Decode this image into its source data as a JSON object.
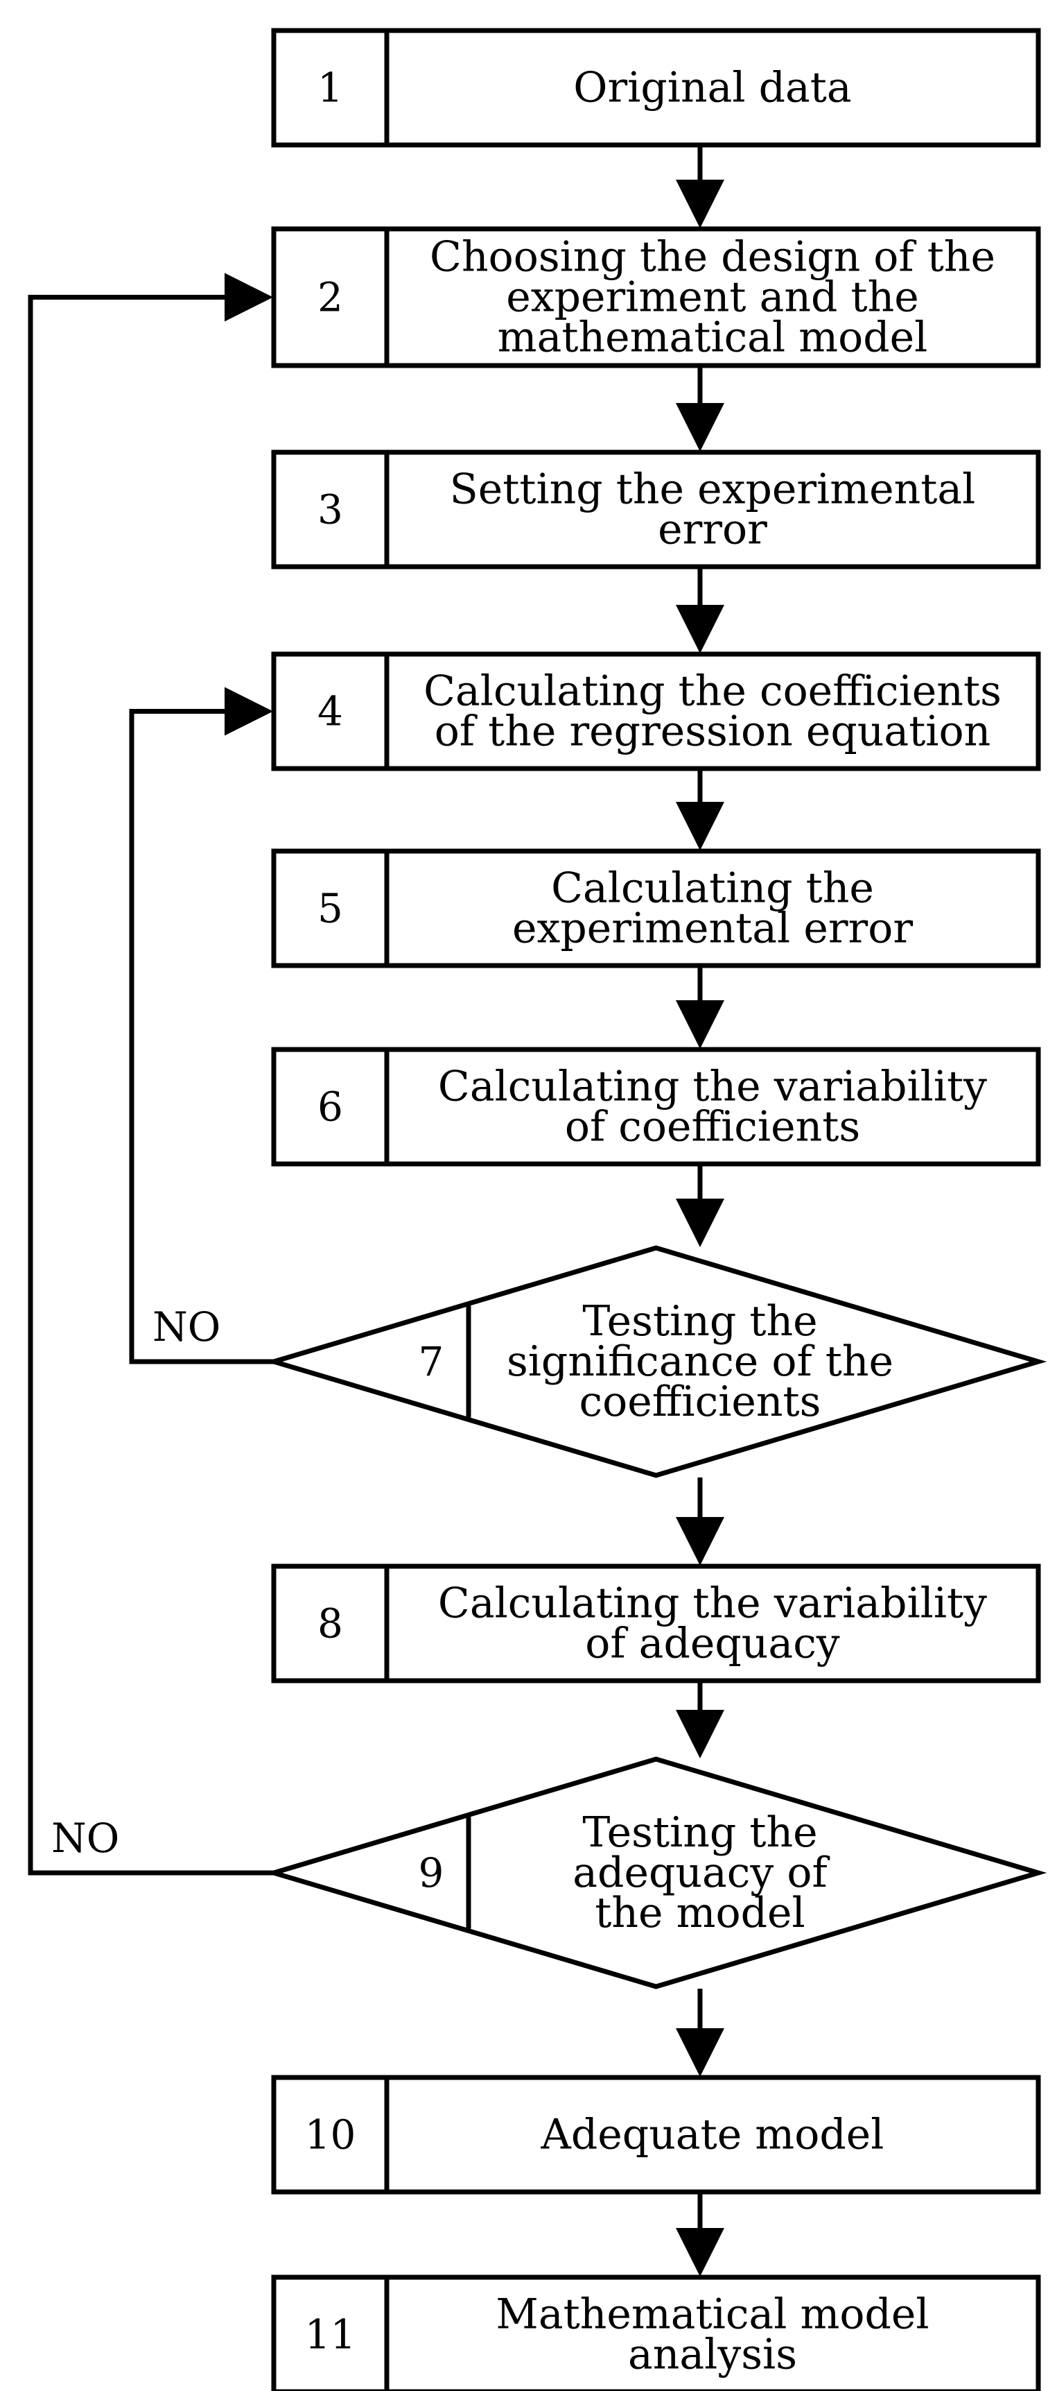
{
  "diagram": {
    "steps": [
      {
        "number": "1",
        "lines": [
          "Original data"
        ]
      },
      {
        "number": "2",
        "lines": [
          "Choosing the design of the",
          "experiment and the",
          "mathematical model"
        ]
      },
      {
        "number": "3",
        "lines": [
          "Setting the experimental",
          "error"
        ]
      },
      {
        "number": "4",
        "lines": [
          "Calculating the coefficients",
          "of the regression equation"
        ]
      },
      {
        "number": "5",
        "lines": [
          "Calculating the",
          "experimental error"
        ]
      },
      {
        "number": "6",
        "lines": [
          "Calculating the variability",
          "of coefficients"
        ]
      },
      {
        "number": "7",
        "lines": [
          "Testing the",
          "significance of the",
          "coefficients"
        ]
      },
      {
        "number": "8",
        "lines": [
          "Calculating the variability",
          "of adequacy"
        ]
      },
      {
        "number": "9",
        "lines": [
          "Testing the",
          "adequacy of",
          "the model"
        ]
      },
      {
        "number": "10",
        "lines": [
          "Adequate model"
        ]
      },
      {
        "number": "11",
        "lines": [
          "Mathematical model",
          "analysis"
        ]
      }
    ],
    "loops": [
      {
        "from": "7",
        "to": "4",
        "label": "NO"
      },
      {
        "from": "9",
        "to": "2",
        "label": "NO"
      }
    ]
  }
}
